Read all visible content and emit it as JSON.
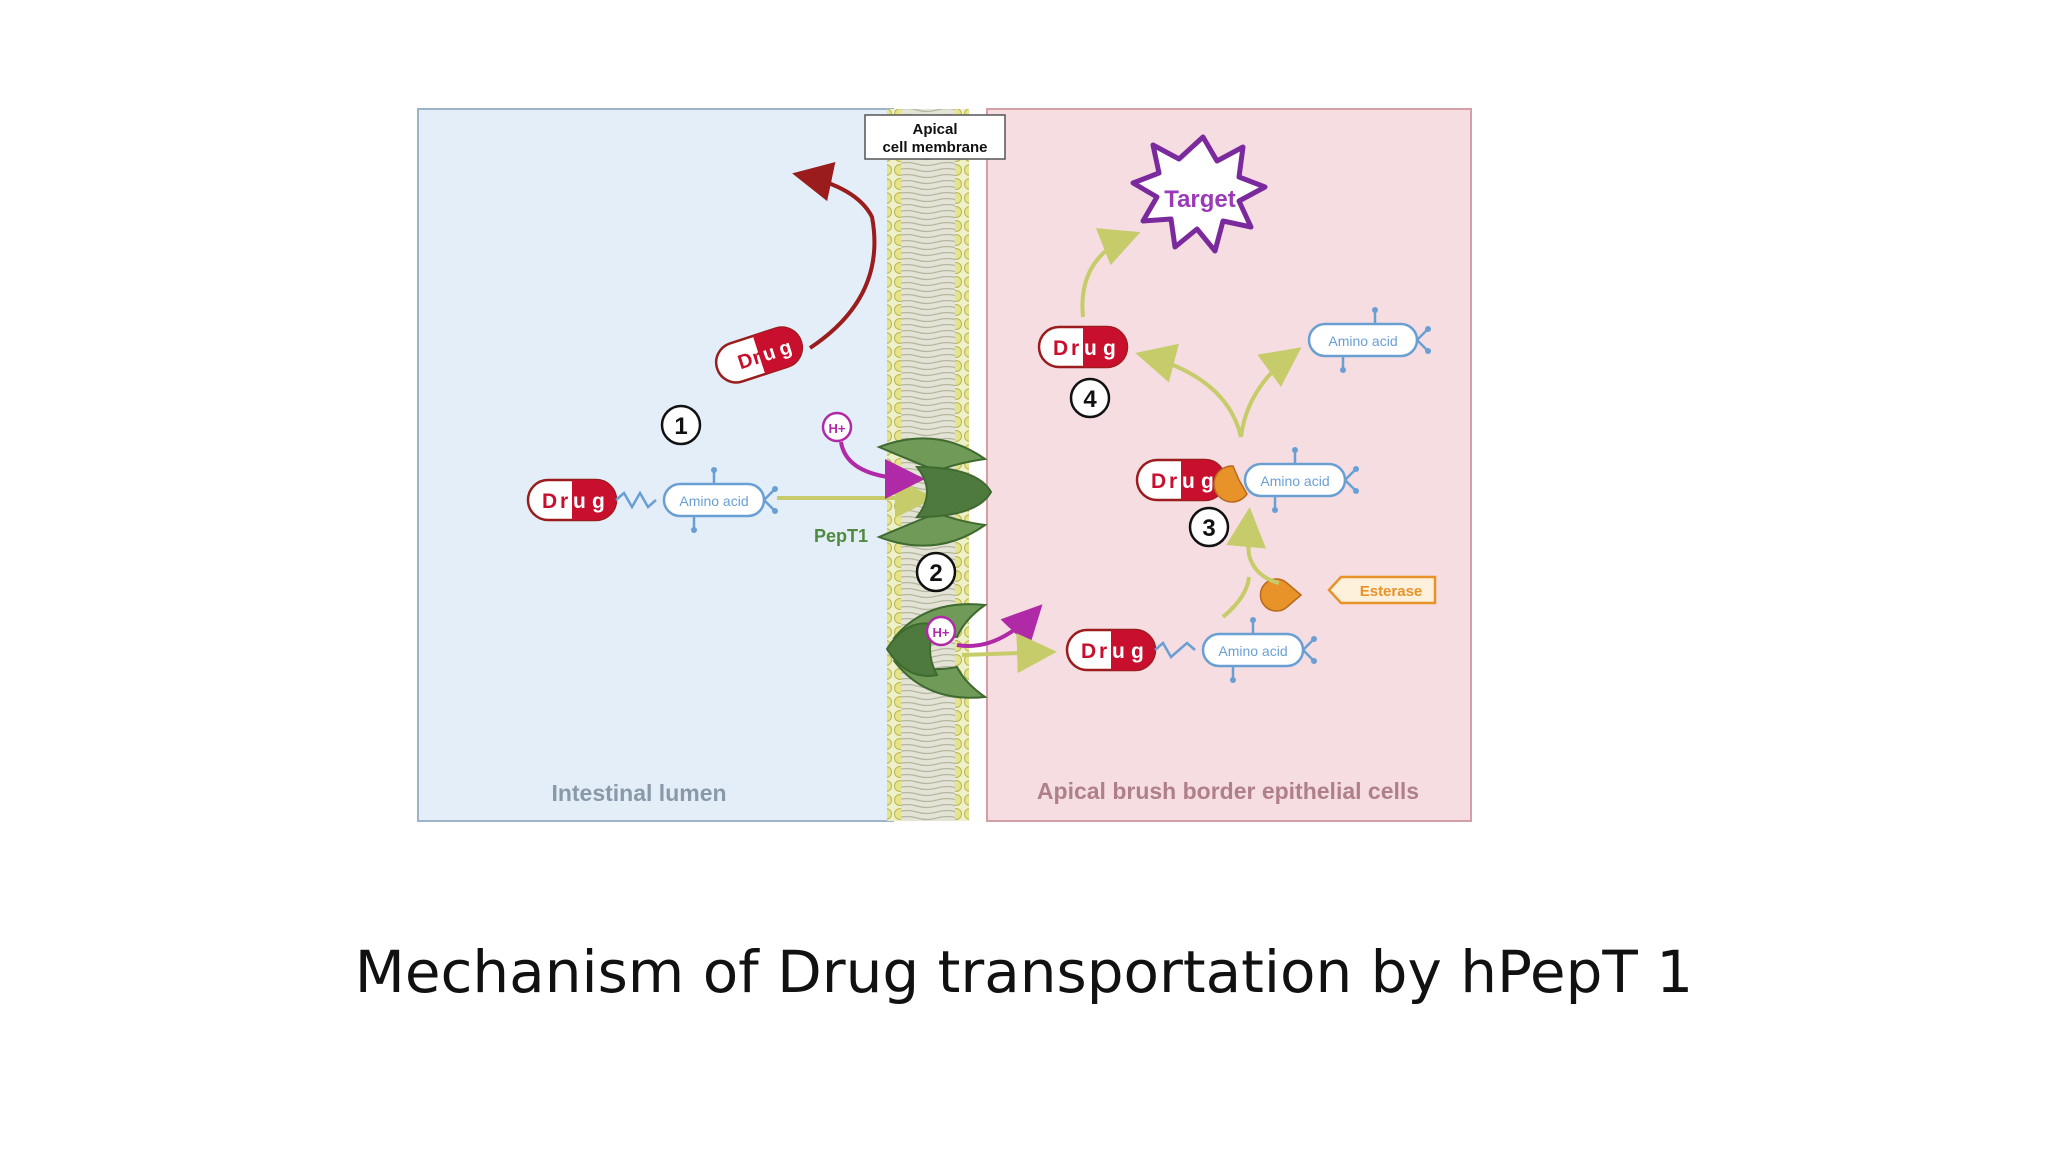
{
  "figure": {
    "membrane_label_line1": "Apical",
    "membrane_label_line2": "cell membrane",
    "left_region_label": "Intestinal lumen",
    "right_region_label": "Apical brush border epithelial cells",
    "transporter_label": "PepT1",
    "target_label": "Target",
    "esterase_label": "Esterase",
    "proton_label": "H+",
    "drug_letters": [
      "D",
      "r",
      "u",
      "g"
    ],
    "amino_acid_label": "Amino acid",
    "step_numbers": [
      "1",
      "2",
      "3",
      "4"
    ],
    "colors": {
      "lumen_bg": "#e3eef9",
      "cell_bg": "#f5dde2",
      "drug_red": "#c8102e",
      "amino_blue": "#6a9fd4",
      "pept1_green": "#5e8a4a",
      "arrow_yellow": "#c7cc6a",
      "proton_purple": "#b02aa8",
      "target_purple": "#7b2a9e",
      "esterase_orange": "#e8922a"
    }
  },
  "caption": "Mechanism of Drug transportation by hPepT 1"
}
